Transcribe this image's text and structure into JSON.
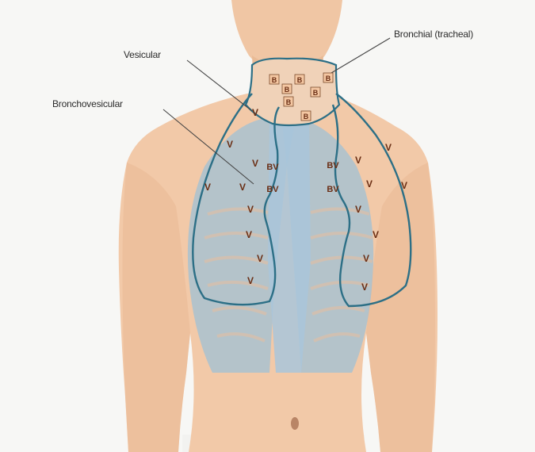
{
  "labels": {
    "bronchial": "Bronchial (tracheal)",
    "vesicular": "Vesicular",
    "bronchovesicular": "Bronchovesicular"
  },
  "marks": {
    "vesicular_symbol": "V",
    "bronchovesicular_symbol": "BV",
    "bronchial_symbol": "B"
  },
  "colors": {
    "skin": "#f2c9a8",
    "skin_shadow": "#d9a27c",
    "lung_overlay": "#9fc0d6",
    "lung_outline": "#2c6f86",
    "mark_fill": "#f4c7a2",
    "mark_text": "#6a2e14",
    "leader_line": "#444444",
    "background": "#f7f7f5"
  }
}
